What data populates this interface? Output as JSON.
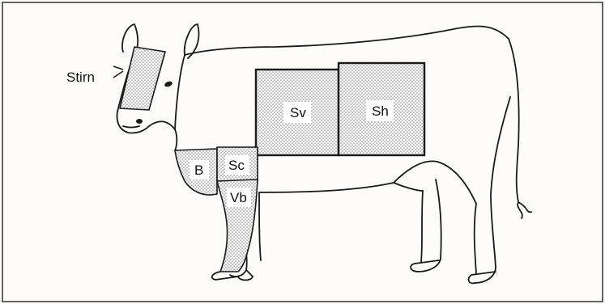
{
  "regions": {
    "stirn": "Stirn",
    "sv": "Sv",
    "sh": "Sh",
    "b": "B",
    "sc": "Sc",
    "vb": "Vb"
  },
  "colors": {
    "line": "#1a1a1a",
    "stipple": "#6f6f6f",
    "background": "#fdfcfa"
  }
}
